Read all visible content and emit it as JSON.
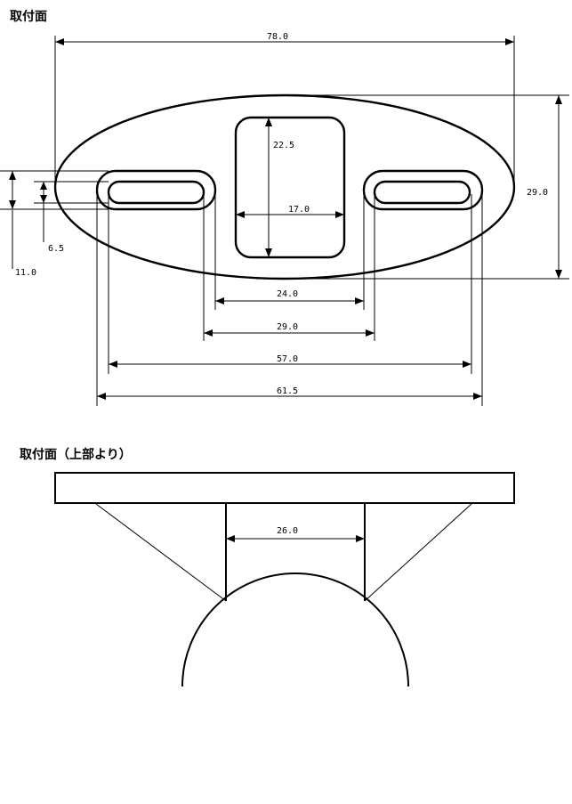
{
  "titles": {
    "mount_face": "取付面",
    "mount_face_top": "取付面（上部より）"
  },
  "dimensions": {
    "overall_width": "78.0",
    "height": "29.0",
    "window_height": "22.5",
    "window_width": "17.0",
    "inner_slot_gap": "24.0",
    "outer_slot_gap": "29.0",
    "slot_inner_span": "57.0",
    "slot_outer_span": "61.5",
    "slot_width": "6.5",
    "slot_outer_height": "11.0",
    "top_view_neck": "26.0"
  }
}
